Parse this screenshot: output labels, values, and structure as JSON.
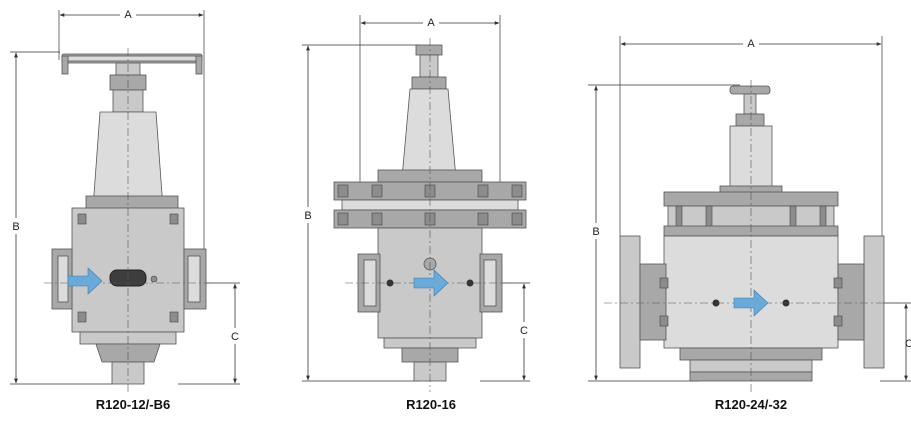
{
  "figures": [
    {
      "caption": "R120-12/-B6",
      "dimensions": {
        "width": "A",
        "height": "B",
        "port_height": "C"
      }
    },
    {
      "caption": "R120-16",
      "dimensions": {
        "width": "A",
        "height": "B",
        "port_height": "C"
      }
    },
    {
      "caption": "R120-24/-32",
      "dimensions": {
        "width": "A",
        "height": "B",
        "port_height": "C"
      }
    }
  ],
  "colors": {
    "flow_arrow": "#6aa9d8",
    "body": "#c9c9c9"
  },
  "icons": {
    "flow": "flow-direction-arrow-icon"
  }
}
